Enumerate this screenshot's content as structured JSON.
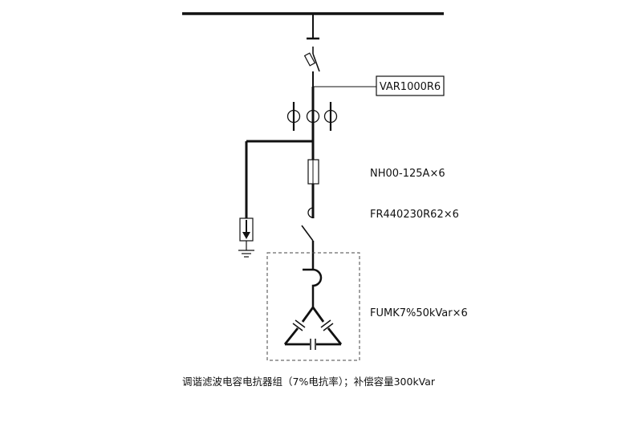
{
  "diagram": {
    "controller_label": "VAR1000R6",
    "fuse_label": "NH00-125A×6",
    "contactor_label": "FR440230R62×6",
    "capacitor_label": "FUMK7%50kVar×6",
    "caption": "调谐滤波电容电抗器组（7%电抗率）；补偿容量300kVar"
  },
  "colors": {
    "line": "#111111",
    "dashed_box": "#444444",
    "background": "#ffffff"
  },
  "icons": [
    "busbar",
    "disconnector-icon",
    "fuse-icon",
    "current-transformer-icon",
    "surge-arrester-icon",
    "ground-icon",
    "contactor-icon",
    "reactor-icon",
    "capacitor-bank-icon"
  ]
}
